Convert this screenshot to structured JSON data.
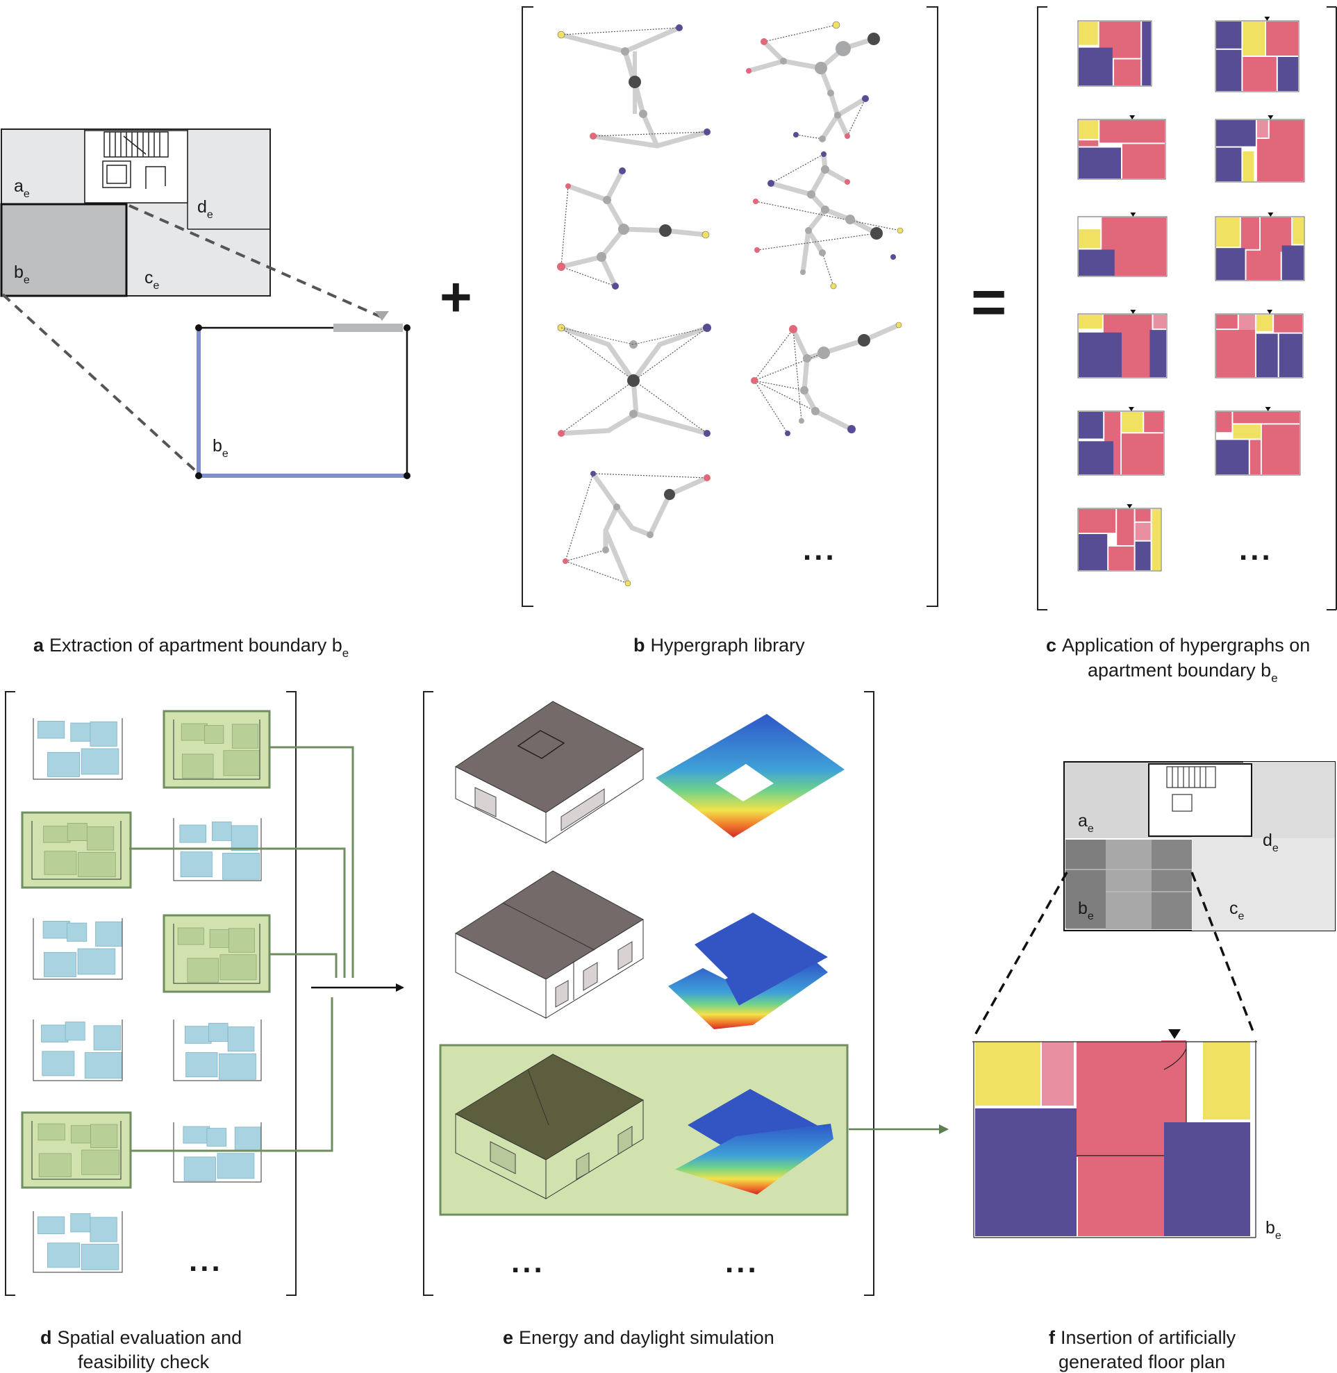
{
  "captions": {
    "a": {
      "letter": "a",
      "text": "Extraction of apartment boundary b",
      "sub": "e"
    },
    "b": {
      "letter": "b",
      "text": "Hypergraph library"
    },
    "c": {
      "letter": "c",
      "line1": "Application of hypergraphs on",
      "line2": "apartment boundary b",
      "sub": "e"
    },
    "d": {
      "letter": "d",
      "line1": "Spatial evaluation and",
      "line2": "feasibility check"
    },
    "e": {
      "letter": "e",
      "text": "Energy and daylight simulation"
    },
    "f": {
      "letter": "f",
      "line1": "Insertion of artificially",
      "line2": "generated floor plan"
    }
  },
  "zone_labels": {
    "a": "a",
    "b": "b",
    "c": "c",
    "d": "d",
    "sub": "e"
  },
  "symbols": {
    "plus": "+",
    "equals": "=",
    "ellipsis": "..."
  },
  "colors": {
    "living": "#e1677a",
    "bedroom": "#574d95",
    "wet": "#f0e162",
    "hall": "#e890a2",
    "feasible": "#d2e2ae",
    "feasible_border": "#6f8d5f",
    "bath_blue": "#a9d3e0",
    "roof": "#756a6a",
    "boundary_blue": "#7f8fcb"
  }
}
